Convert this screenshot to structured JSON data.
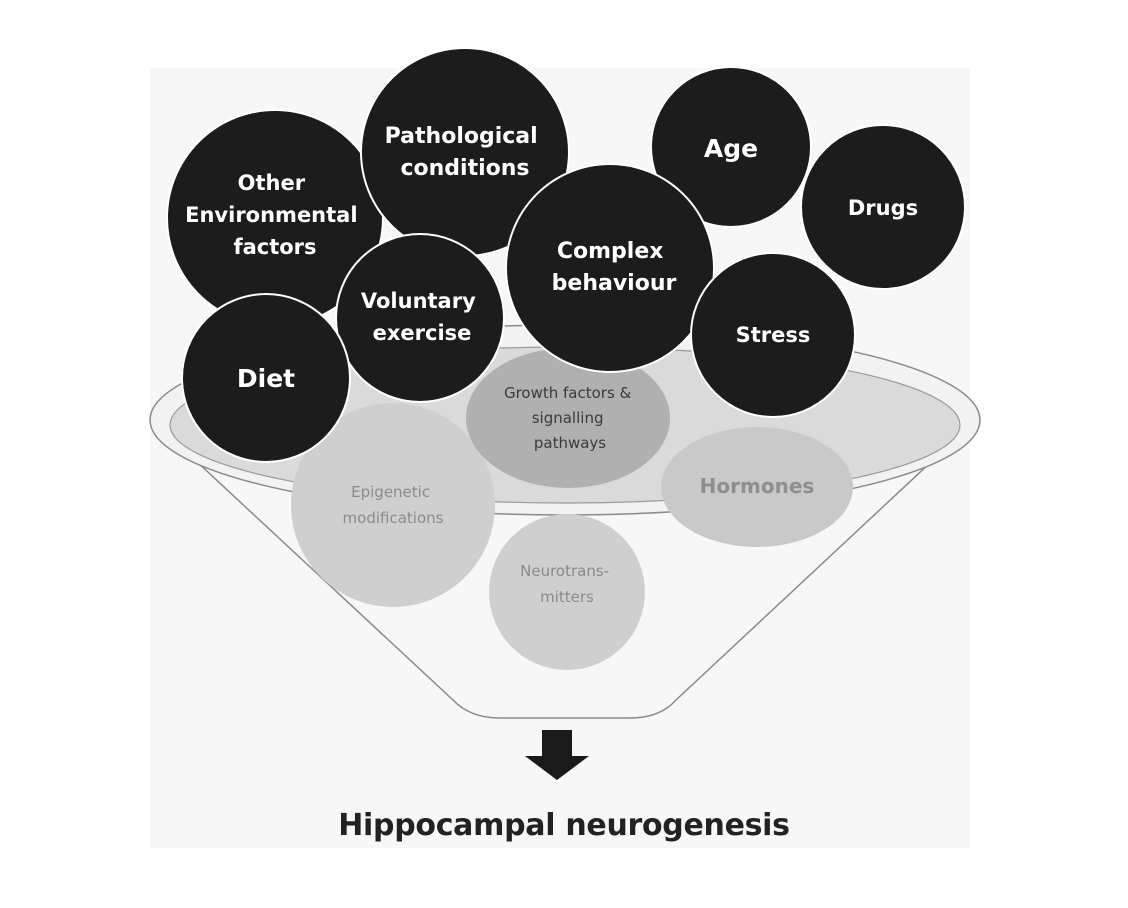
{
  "factors": {
    "other_environmental": [
      "Other",
      "Environmental",
      "factors"
    ],
    "pathological": [
      "Pathological",
      "conditions"
    ],
    "age": [
      "Age"
    ],
    "drugs": [
      "Drugs"
    ],
    "complex_behaviour": [
      "Complex",
      "behaviour"
    ],
    "voluntary_exercise": [
      "Voluntary",
      "exercise"
    ],
    "diet": [
      "Diet"
    ],
    "stress": [
      "Stress"
    ]
  },
  "mechanisms": {
    "growth_factors": [
      "Growth factors  &",
      "signalling",
      "pathways"
    ],
    "epigenetic": [
      "Epigenetic",
      "modifications"
    ],
    "hormones": [
      "Hormones"
    ],
    "neurotransmitters": [
      "Neurotrans-",
      "mitters"
    ]
  },
  "outcome": "Hippocampal neurogenesis",
  "colors": {
    "factor_fill": "#1c1c1c",
    "mechanism_fill": "#cfcfcf",
    "growth_fill": "#b0b0b0",
    "funnel_band": "#dadada",
    "arrow": "#1a1a1a"
  }
}
